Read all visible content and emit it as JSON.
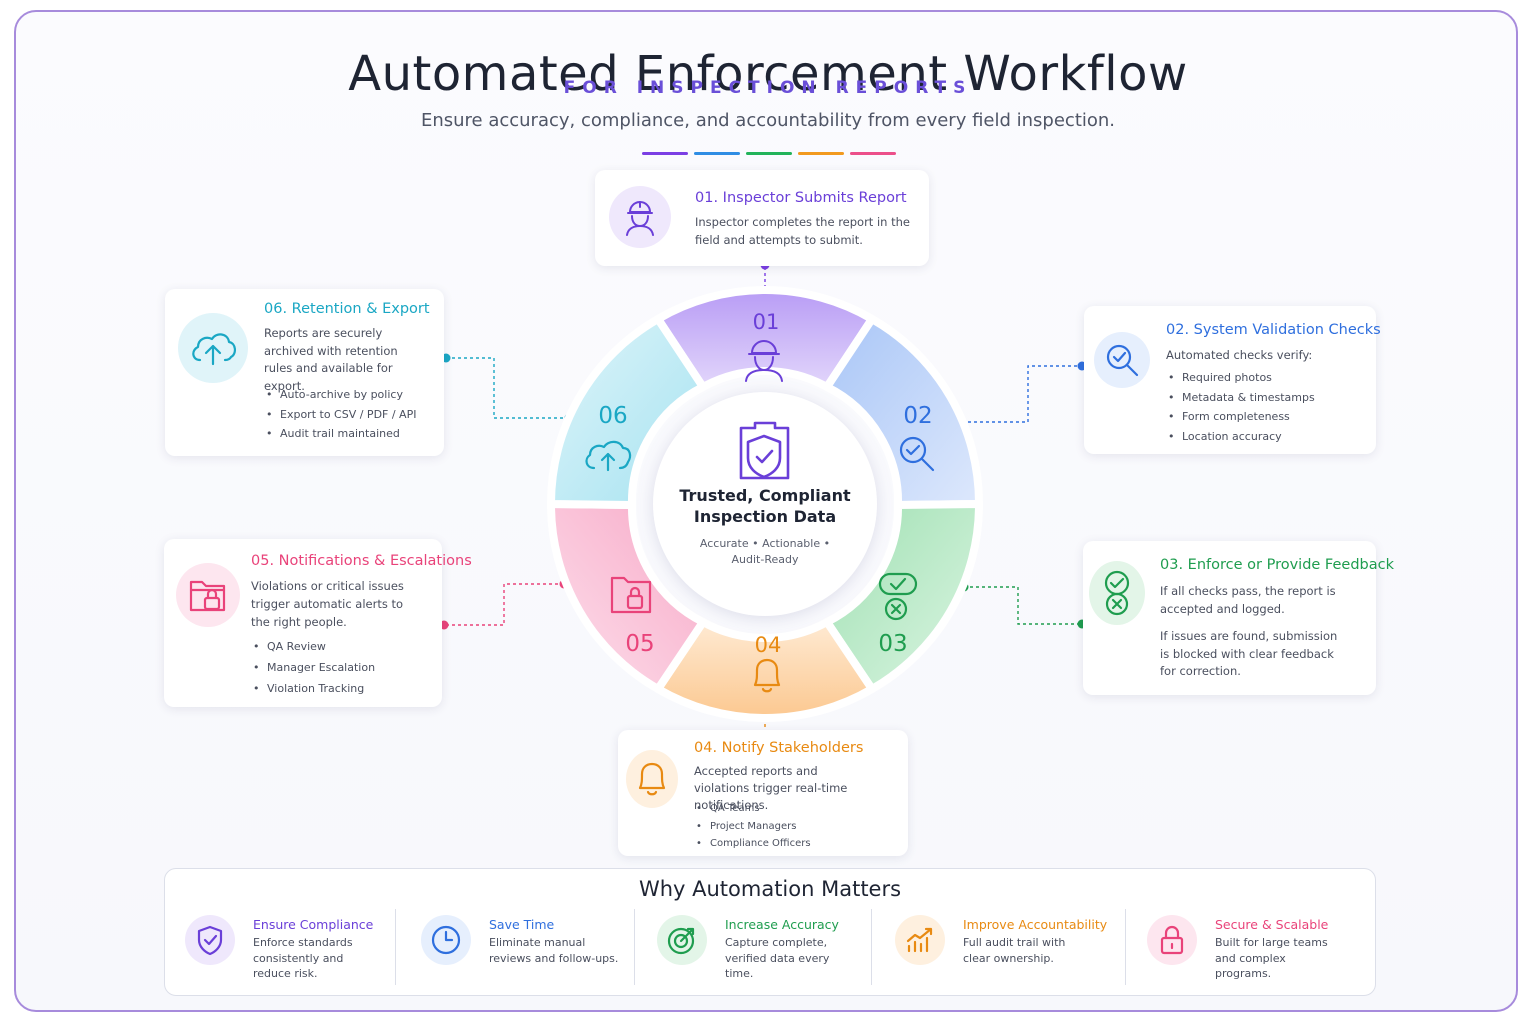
{
  "header": {
    "title": "Automated Enforcement Workflow",
    "subtitle": "FOR INSPECTION REPORTS",
    "tagline": "Ensure accuracy, compliance, and accountability from every field inspection."
  },
  "colors": {
    "purple": "#7b3fe4",
    "blue": "#2f6fde",
    "green": "#1f9d4f",
    "orange": "#e88a12",
    "pink": "#e9437a",
    "teal": "#1aa7c4"
  },
  "hub": {
    "title_line1": "Trusted, Compliant",
    "title_line2": "Inspection Data",
    "tag_line1": "Accurate • Actionable •",
    "tag_line2": "Audit-Ready"
  },
  "wheel": [
    {
      "num": "01",
      "icon": "inspector-icon"
    },
    {
      "num": "02",
      "icon": "search-check-icon"
    },
    {
      "num": "03",
      "icon": "check-x-icon"
    },
    {
      "num": "04",
      "icon": "bell-icon"
    },
    {
      "num": "05",
      "icon": "locked-folder-icon"
    },
    {
      "num": "06",
      "icon": "cloud-upload-icon"
    }
  ],
  "steps": {
    "s1": {
      "title": "01. Inspector Submits Report",
      "text": "Inspector completes the report in the field and attempts to submit."
    },
    "s2": {
      "title": "02. System Validation Checks",
      "text": "Automated checks verify:",
      "items": [
        "Required photos",
        "Metadata & timestamps",
        "Form completeness",
        "Location accuracy"
      ]
    },
    "s3": {
      "title": "03. Enforce or Provide Feedback",
      "text1": "If all checks pass, the report is accepted and logged.",
      "text2": "If issues are found, submission is blocked with clear feedback for correction."
    },
    "s4": {
      "title": "04. Notify Stakeholders",
      "text": "Accepted reports and violations trigger real-time notifications.",
      "items": [
        "QA Teams",
        "Project Managers",
        "Compliance Officers"
      ]
    },
    "s5": {
      "title": "05. Notifications & Escalations",
      "text": "Violations or critical issues trigger automatic alerts to the right people.",
      "items": [
        "QA Review",
        "Manager Escalation",
        "Violation Tracking"
      ]
    },
    "s6": {
      "title": "06. Retention & Export",
      "text": "Reports are securely archived with retention rules and available for export.",
      "items": [
        "Auto-archive by policy",
        "Export to CSV / PDF / API",
        "Audit trail maintained"
      ]
    }
  },
  "why": {
    "title": "Why Automation Matters",
    "benefits": [
      {
        "title": "Ensure Compliance",
        "text": "Enforce standards consistently and reduce risk.",
        "icon": "shield-check-icon"
      },
      {
        "title": "Save Time",
        "text": "Eliminate manual reviews and follow-ups.",
        "icon": "clock-icon"
      },
      {
        "title": "Increase Accuracy",
        "text": "Capture complete, verified data every time.",
        "icon": "target-icon"
      },
      {
        "title": "Improve Accountability",
        "text": "Full audit trail with clear ownership.",
        "icon": "chart-growth-icon"
      },
      {
        "title": "Secure & Scalable",
        "text": "Built for large teams and complex programs.",
        "icon": "lock-icon"
      }
    ]
  }
}
